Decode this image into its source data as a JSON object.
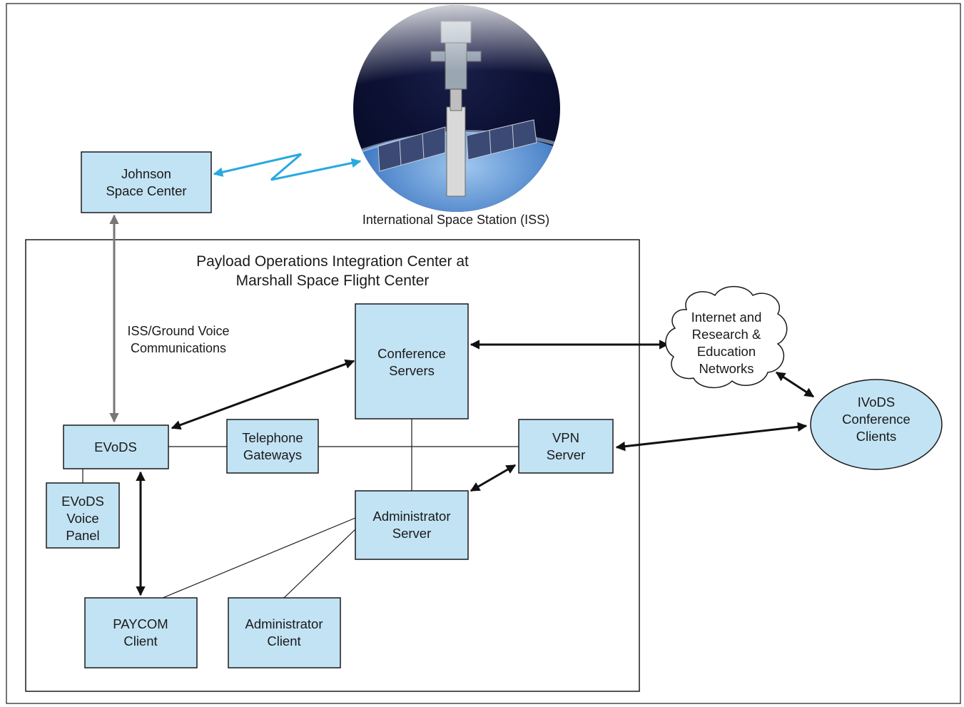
{
  "iss": {
    "label": "International Space Station (ISS)"
  },
  "jsc": {
    "line1": "Johnson",
    "line2": "Space Center"
  },
  "poic": {
    "title_line1": "Payload Operations Integration Center at",
    "title_line2": "Marshall Space Flight Center"
  },
  "voice_link": {
    "line1": "ISS/Ground Voice",
    "line2": "Communications"
  },
  "nodes": {
    "conference_servers": {
      "line1": "Conference",
      "line2": "Servers"
    },
    "evods": {
      "line1": "EVoDS"
    },
    "telephone_gateways": {
      "line1": "Telephone",
      "line2": "Gateways"
    },
    "vpn_server": {
      "line1": "VPN",
      "line2": "Server"
    },
    "evods_voice_panel": {
      "line1": "EVoDS",
      "line2": "Voice",
      "line3": "Panel"
    },
    "administrator_server": {
      "line1": "Administrator",
      "line2": "Server"
    },
    "paycom_client": {
      "line1": "PAYCOM",
      "line2": "Client"
    },
    "administrator_client": {
      "line1": "Administrator",
      "line2": "Client"
    }
  },
  "internet_cloud": {
    "line1": "Internet and",
    "line2": "Research &",
    "line3": "Education",
    "line4": "Networks"
  },
  "ivods_clients": {
    "line1": "IVoDS",
    "line2": "Conference",
    "line3": "Clients"
  },
  "colors": {
    "box_fill": "#c2e3f4",
    "outline": "#1a1a1a",
    "link_blue": "#29a9e0",
    "link_gray": "#777777"
  }
}
